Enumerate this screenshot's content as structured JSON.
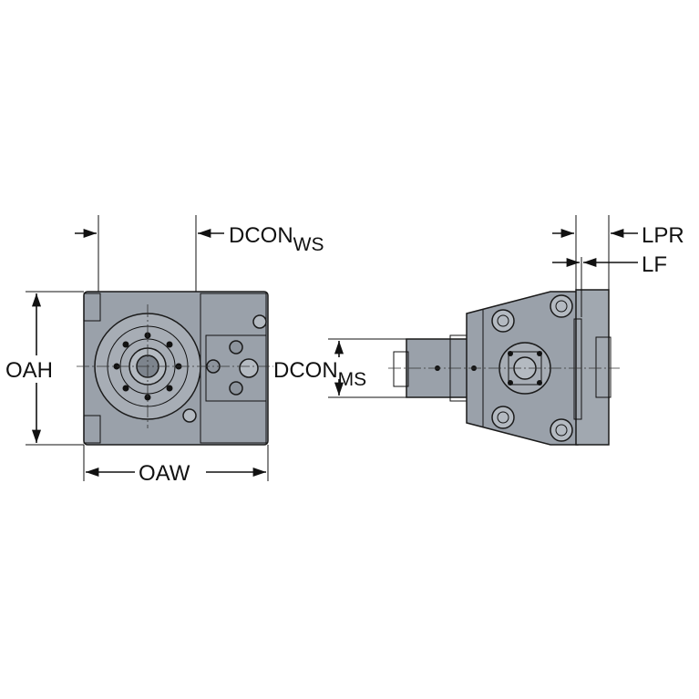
{
  "labels": {
    "dcon_ws_main": "DCON",
    "dcon_ws_sub": "WS",
    "oah": "OAH",
    "oaw": "OAW",
    "dcon_ms_main": "DCON",
    "dcon_ms_sub": "MS",
    "lpr": "LPR",
    "lf": "LF"
  },
  "colors": {
    "body": "#9aa1aa",
    "body_dark": "#7d848d",
    "body_light": "#b4bac1",
    "line": "#111111",
    "background": "#ffffff"
  }
}
